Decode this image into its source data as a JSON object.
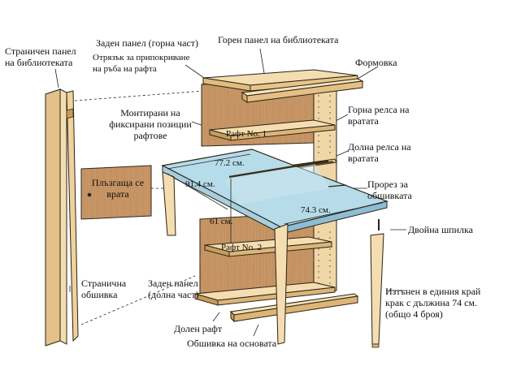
{
  "labels": {
    "side_panel": [
      "Страничен панел",
      "на библиотеката"
    ],
    "back_panel_top": "Заден панел (горна част)",
    "back_cut_note": [
      "Отрязък за припокриване",
      "на ръба на рафта"
    ],
    "top_panel": "Горен панел на библиотеката",
    "molding": "Формовка",
    "fixed_shelves": [
      "Монтирани на",
      "фиксирани позиции",
      "рафтове"
    ],
    "upper_rail": [
      "Горна релса на",
      "вратата"
    ],
    "lower_rail": [
      "Долна релса на",
      "вратата"
    ],
    "sliding_door": [
      "Плъзгаща се",
      "врата"
    ],
    "slot": [
      "Прорез за",
      "обшивката"
    ],
    "double_pin": "Двойна шпилка",
    "side_trim": [
      "Странична",
      "обшивка"
    ],
    "back_panel_bottom": [
      "Заден панел",
      "(долна част)"
    ],
    "bottom_shelf": "Долен рафт",
    "base_trim": "Обшивка на основата",
    "leg": [
      "Изтънен в единия край",
      "крак с дължина 74 см.",
      "(общо 4 броя)"
    ],
    "shelf1": "Рафт No. 1",
    "shelf2": "Рафт No. 2"
  },
  "dimensions": {
    "depth_top": "77.2 см.",
    "width_left": "91.4 см.",
    "width_front": "74.3 см.",
    "height": "61 см."
  },
  "colors": {
    "wood_light": "#f4ddb0",
    "wood_mid": "#e8c587",
    "wood_dark": "#c8964f",
    "back_panel": "#c49262",
    "desk_top": "#b6dbe9",
    "outline": "#2a2218"
  }
}
